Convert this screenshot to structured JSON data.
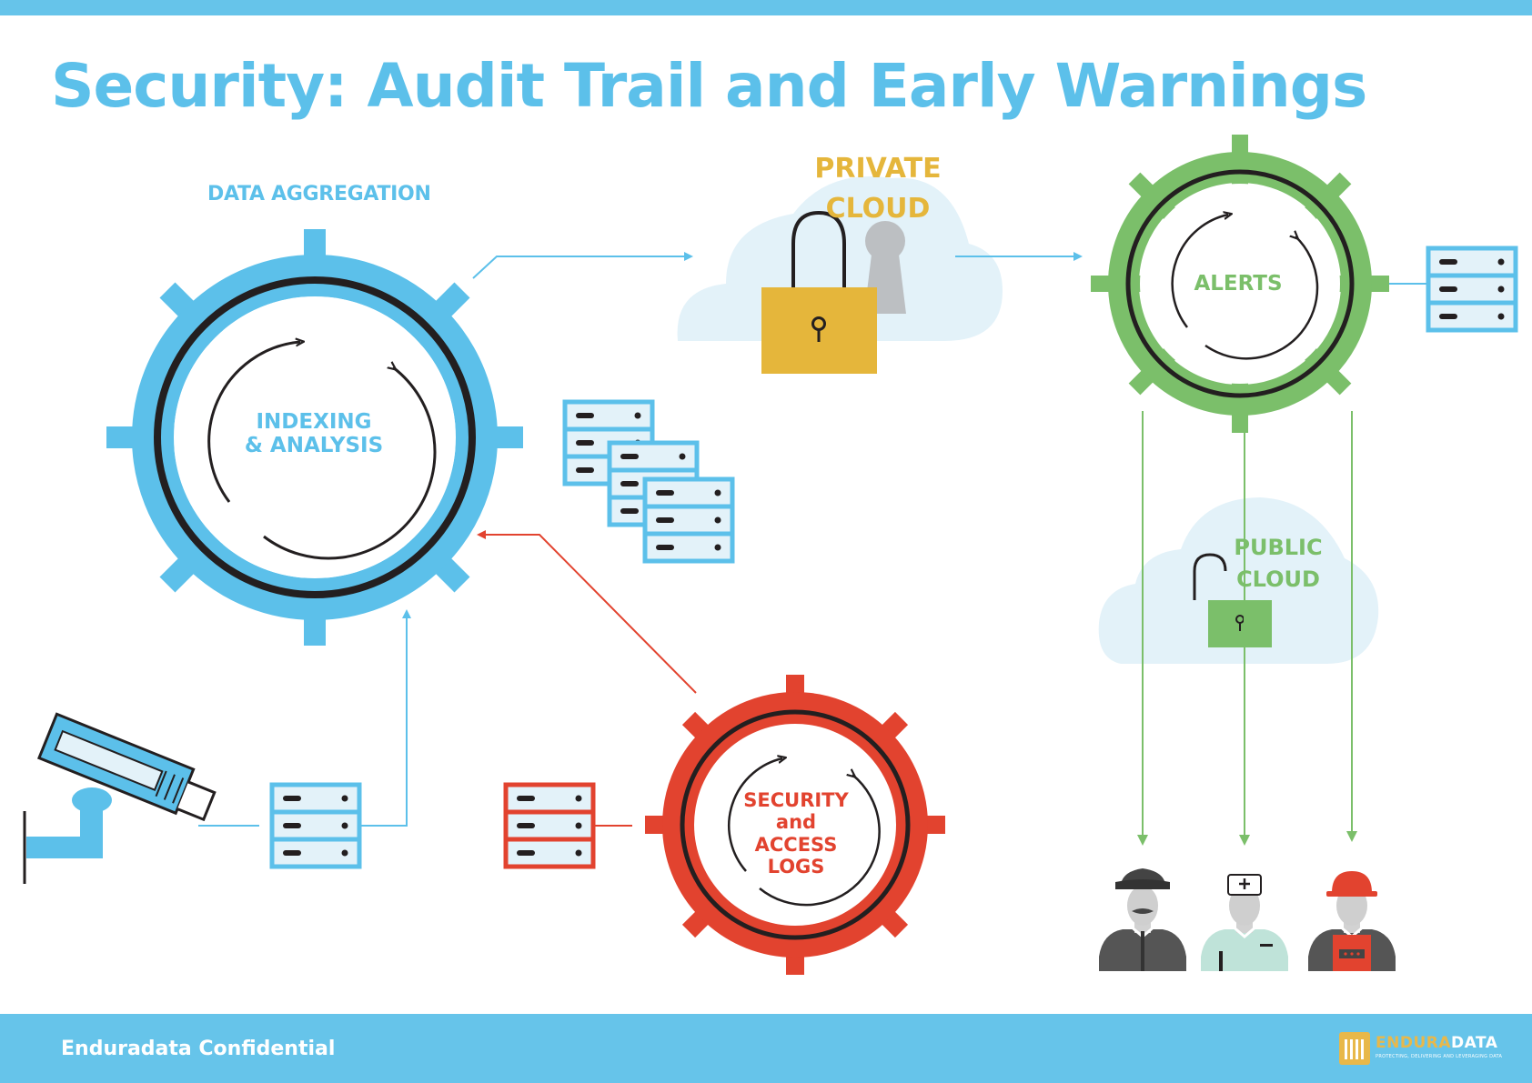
{
  "title": "Security: Audit Trail and Early Warnings",
  "nodes": {
    "data_aggregation": "DATA AGGREGATION",
    "indexing_line1": "INDEXING",
    "indexing_line2": "& ANALYSIS",
    "private_line1": "PRIVATE",
    "private_line2": "CLOUD",
    "alerts": "ALERTS",
    "public_line1": "PUBLIC",
    "public_line2": "CLOUD",
    "security_line1": "SECURITY",
    "security_line2": "and",
    "security_line3": "ACCESS",
    "security_line4": "LOGS"
  },
  "footer": {
    "text": "Enduradata Confidential",
    "logo_part1": "ENDURA",
    "logo_part2": "DATA",
    "logo_tagline": "PROTECTING, DELIVERING AND LEVERAGING DATA"
  },
  "colors": {
    "blue": "#5cc0ea",
    "green": "#7bbf6a",
    "red": "#e2432f",
    "gold": "#e5b63b",
    "dark": "#231f20"
  },
  "icons": [
    "gear-ring-icon",
    "server-rack-icon",
    "padlock-icon",
    "cloud-icon",
    "security-camera-icon",
    "police-officer-icon",
    "doctor-icon",
    "firefighter-icon"
  ]
}
